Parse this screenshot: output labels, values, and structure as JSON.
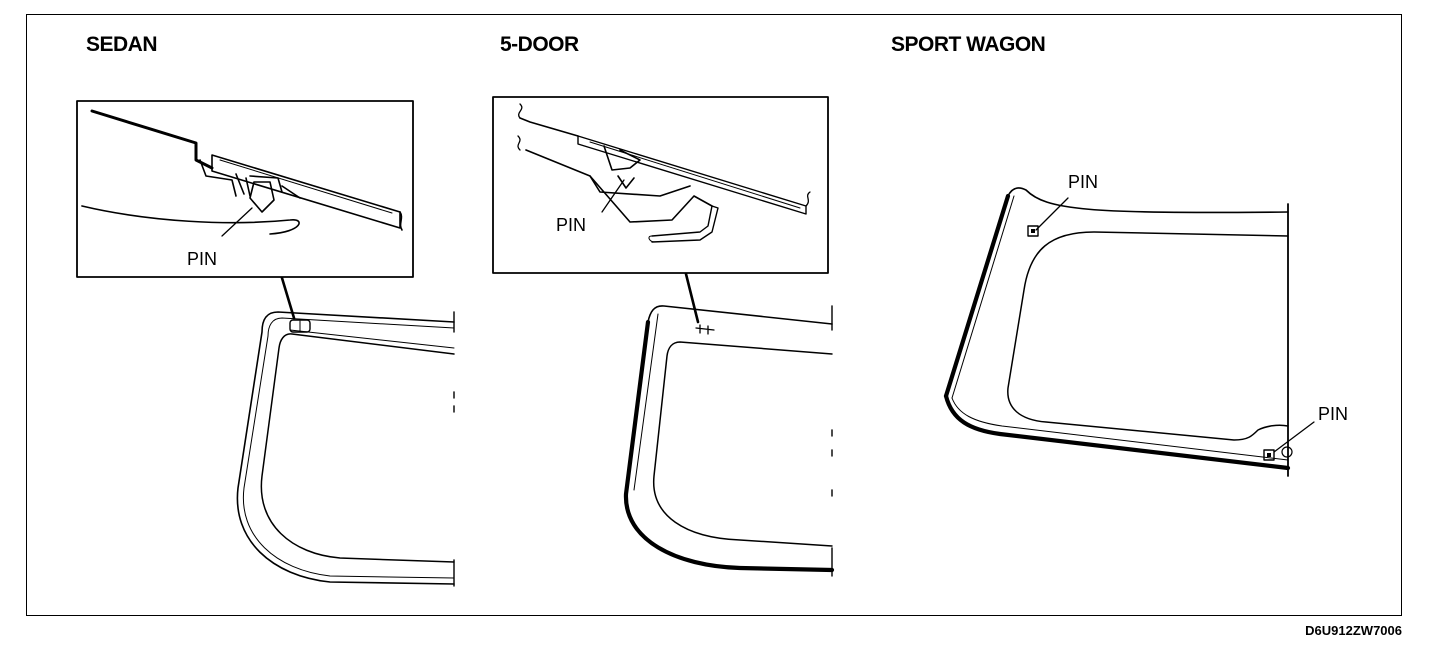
{
  "panels": [
    {
      "title": "SEDAN",
      "pin_labels": [
        "PIN"
      ]
    },
    {
      "title": "5-DOOR",
      "pin_labels": [
        "PIN"
      ]
    },
    {
      "title": "SPORT WAGON",
      "pin_labels": [
        "PIN",
        "PIN"
      ]
    }
  ],
  "reference_code": "D6U912ZW7006",
  "colors": {
    "line": "#000000",
    "background": "#ffffff"
  }
}
